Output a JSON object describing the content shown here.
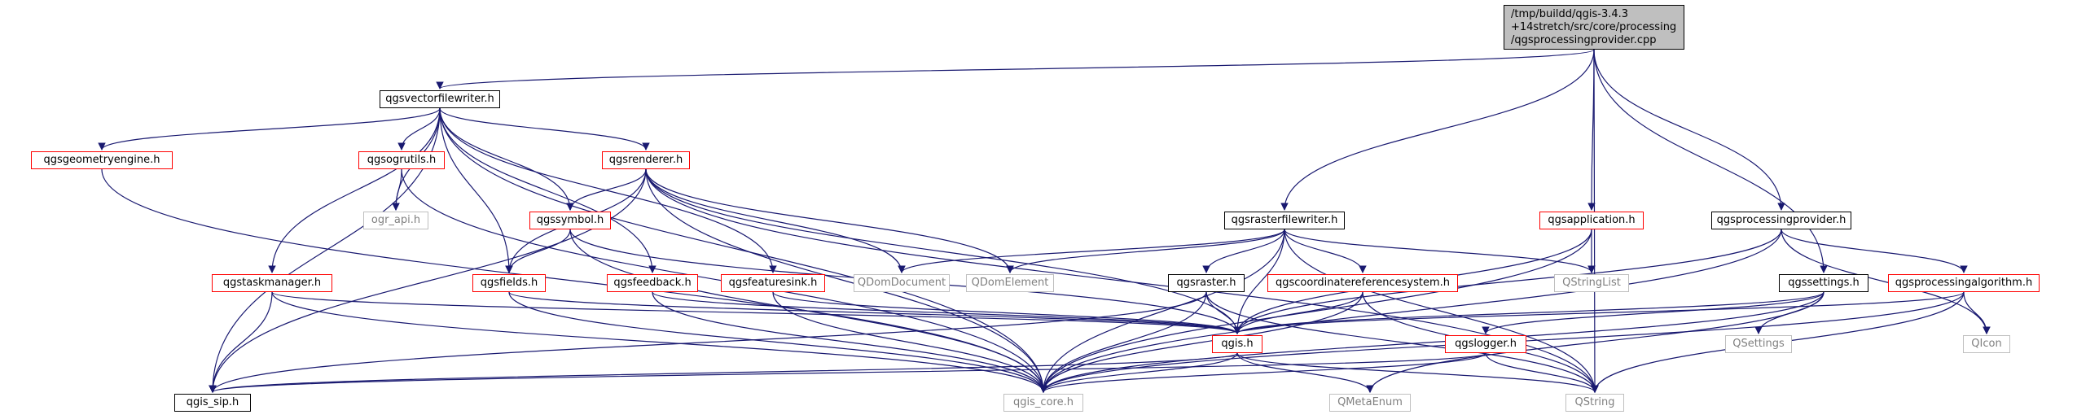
{
  "root": {
    "line1": "/tmp/buildd/qgis-3.4.3",
    "line2": "+14stretch/src/core/processing",
    "line3": "/qgsprocessingprovider.cpp"
  },
  "nodes": {
    "qgsvectorfilewriter_h": "qgsvectorfilewriter.h",
    "qgsgeometryengine_h": "qgsgeometryengine.h",
    "qgsogrutils_h": "qgsogrutils.h",
    "qgsrenderer_h": "qgsrenderer.h",
    "ogr_api_h": "ogr_api.h",
    "qgssymbol_h": "qgssymbol.h",
    "qgsrasterfilewriter_h": "qgsrasterfilewriter.h",
    "qgsapplication_h": "qgsapplication.h",
    "qgsprocessingprovider_h": "qgsprocessingprovider.h",
    "qgstaskmanager_h": "qgstaskmanager.h",
    "qgsfields_h": "qgsfields.h",
    "qgsfeedback_h": "qgsfeedback.h",
    "qgsfeaturesink_h": "qgsfeaturesink.h",
    "QDomDocument": "QDomDocument",
    "QDomElement": "QDomElement",
    "qgsraster_h": "qgsraster.h",
    "qgscoordinatereferencesystem_h": "qgscoordinatereferencesystem.h",
    "QStringList": "QStringList",
    "qgssettings_h": "qgssettings.h",
    "qgsprocessingalgorithm_h": "qgsprocessingalgorithm.h",
    "qgis_h": "qgis.h",
    "qgslogger_h": "qgslogger.h",
    "QSettings": "QSettings",
    "QIcon": "QIcon",
    "qgis_sip_h": "qgis_sip.h",
    "qgis_core_h": "qgis_core.h",
    "QMetaEnum": "QMetaEnum",
    "QString": "QString"
  },
  "colors": {
    "edge": "#191970",
    "documented_border": "#000000",
    "undocumented_border": "#ff0000",
    "external_border": "#bfbfbf",
    "external_text": "#808080",
    "root_fill": "#bfbfbf"
  }
}
